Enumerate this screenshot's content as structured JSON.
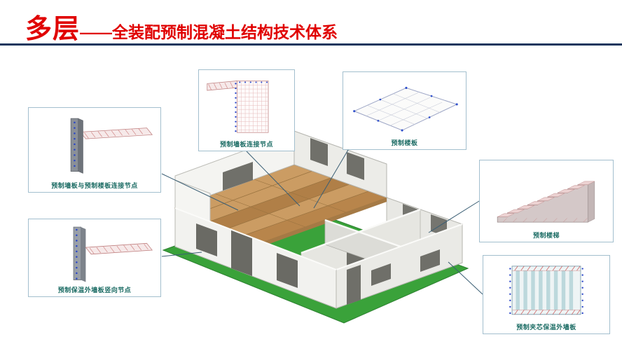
{
  "slide": {
    "title_main": "多层",
    "title_sub": "——全装配预制混凝土结构技术体系"
  },
  "colors": {
    "title_red": "#e00000",
    "divider_navy": "#17365d",
    "callout_text_teal": "#1a6b63",
    "callout_border": "#a3bfce",
    "connector": "#3a5e74",
    "ground_green": "#3aa23a",
    "deck_brown": "#cb9c63",
    "wall_white": "#f0f0ed",
    "marker_blue": "#2a46c8",
    "hatch_red": "#d08484"
  },
  "callouts": [
    {
      "id": "wall-floor-connection-node",
      "label": "预制墙板与预制楼板连接节点"
    },
    {
      "id": "wall-connection-node",
      "label": "预制墙板连接节点"
    },
    {
      "id": "floor-slab",
      "label": "预制楼板"
    },
    {
      "id": "stairs",
      "label": "预制楼梯"
    },
    {
      "id": "insulated-exterior-wall-vertical-node",
      "label": "预制保温外墙板竖向节点"
    },
    {
      "id": "sandwich-insulated-exterior-wall",
      "label": "预制夹芯保温外墙板"
    }
  ]
}
